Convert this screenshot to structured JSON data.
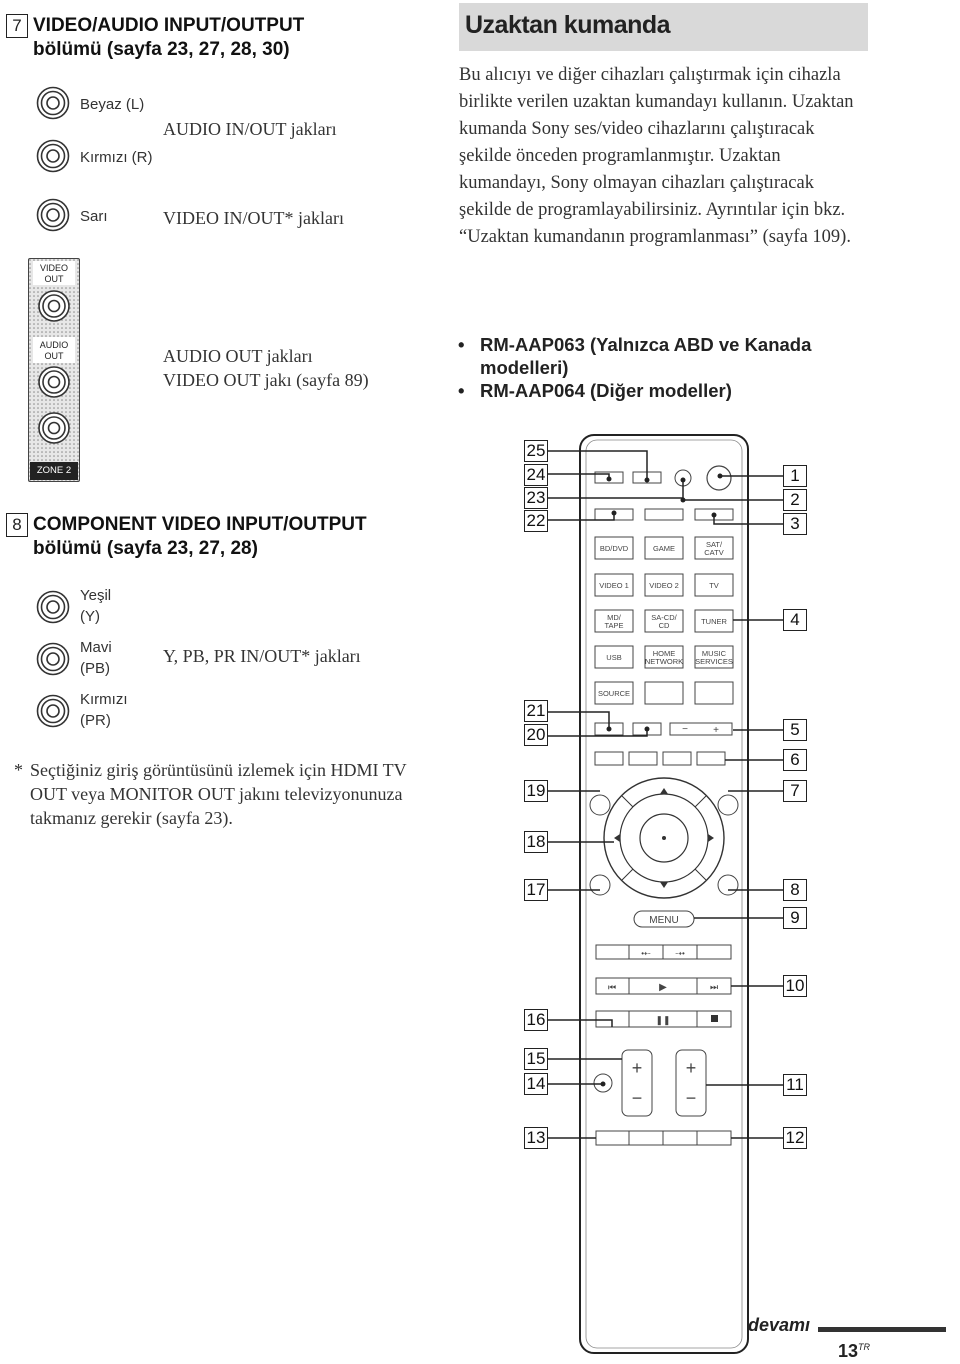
{
  "section7": {
    "number": "7",
    "title_line1": "VIDEO/AUDIO INPUT/OUTPUT",
    "title_line2": "bölümü (sayfa 23, 27, 28, 30)",
    "jacks": [
      {
        "label": "Beyaz (L)"
      },
      {
        "label": "Kırmızı (R)"
      },
      {
        "label": "Sarı"
      }
    ],
    "audio_inout": "AUDIO IN/OUT jakları",
    "video_inout": "VIDEO IN/OUT* jakları",
    "panel": {
      "video_out_label": "VIDEO\nOUT",
      "audio_out_label": "AUDIO\nOUT",
      "zone_label": "ZONE 2"
    },
    "audio_out_line": "AUDIO OUT jakları",
    "video_out_line": "VIDEO OUT jakı (sayfa 89)"
  },
  "section8": {
    "number": "8",
    "title_line1": "COMPONENT VIDEO INPUT/OUTPUT",
    "title_line2": "bölümü (sayfa 23, 27, 28)",
    "jacks": [
      {
        "label1": "Yeşil",
        "label2": "(Y)"
      },
      {
        "label1": "Mavi",
        "label2": "(PB)"
      },
      {
        "label1": "Kırmızı",
        "label2": "(PR)"
      }
    ],
    "ypbpr": "Y, PB, PR IN/OUT* jakları"
  },
  "footnote": {
    "star": "*",
    "text": "Seçtiğiniz giriş görüntüsünü izlemek için HDMI TV OUT veya MONITOR OUT jakını televizyonunuza takmanız gerekir (sayfa 23)."
  },
  "remote_section": {
    "heading": "Uzaktan kumanda",
    "paragraph": "Bu alıcıyı ve diğer cihazları çalıştırmak için cihazla birlikte verilen uzaktan kumandayı kullanın. Uzaktan kumanda Sony ses/video cihazlarını çalıştıracak şekilde önceden programlanmıştır. Uzaktan kumandayı, Sony olmayan cihazları çalıştıracak şekilde de programlayabilirsiniz. Ayrıntılar için bkz. “Uzaktan kumandanın programlanması” (sayfa 109).",
    "models": [
      "RM-AAP063 (Yalnızca ABD ve Kanada modelleri)",
      "RM-AAP064 (Diğer modeller)"
    ]
  },
  "remote": {
    "buttons": {
      "bd_dvd": "BD/DVD",
      "game": "GAME",
      "sat_catv": "SAT/\nCATV",
      "video1": "VIDEO 1",
      "video2": "VIDEO 2",
      "tv": "TV",
      "md_tape": "MD/\nTAPE",
      "sacd_cd": "SA-CD/\nCD",
      "tuner": "TUNER",
      "usb": "USB",
      "home_network": "HOME\nNETWORK",
      "music_services": "MUSIC\nSERVICES",
      "source": "SOURCE",
      "menu": "MENU"
    },
    "callouts_right": [
      "1",
      "2",
      "3",
      "4",
      "5",
      "6",
      "7",
      "8",
      "9",
      "10",
      "11",
      "12"
    ],
    "callouts_left": [
      "25",
      "24",
      "23",
      "22",
      "21",
      "20",
      "19",
      "18",
      "17",
      "16",
      "15",
      "14",
      "13"
    ]
  },
  "footer": {
    "continued": "devamı",
    "page": "13",
    "page_suffix": "TR"
  }
}
